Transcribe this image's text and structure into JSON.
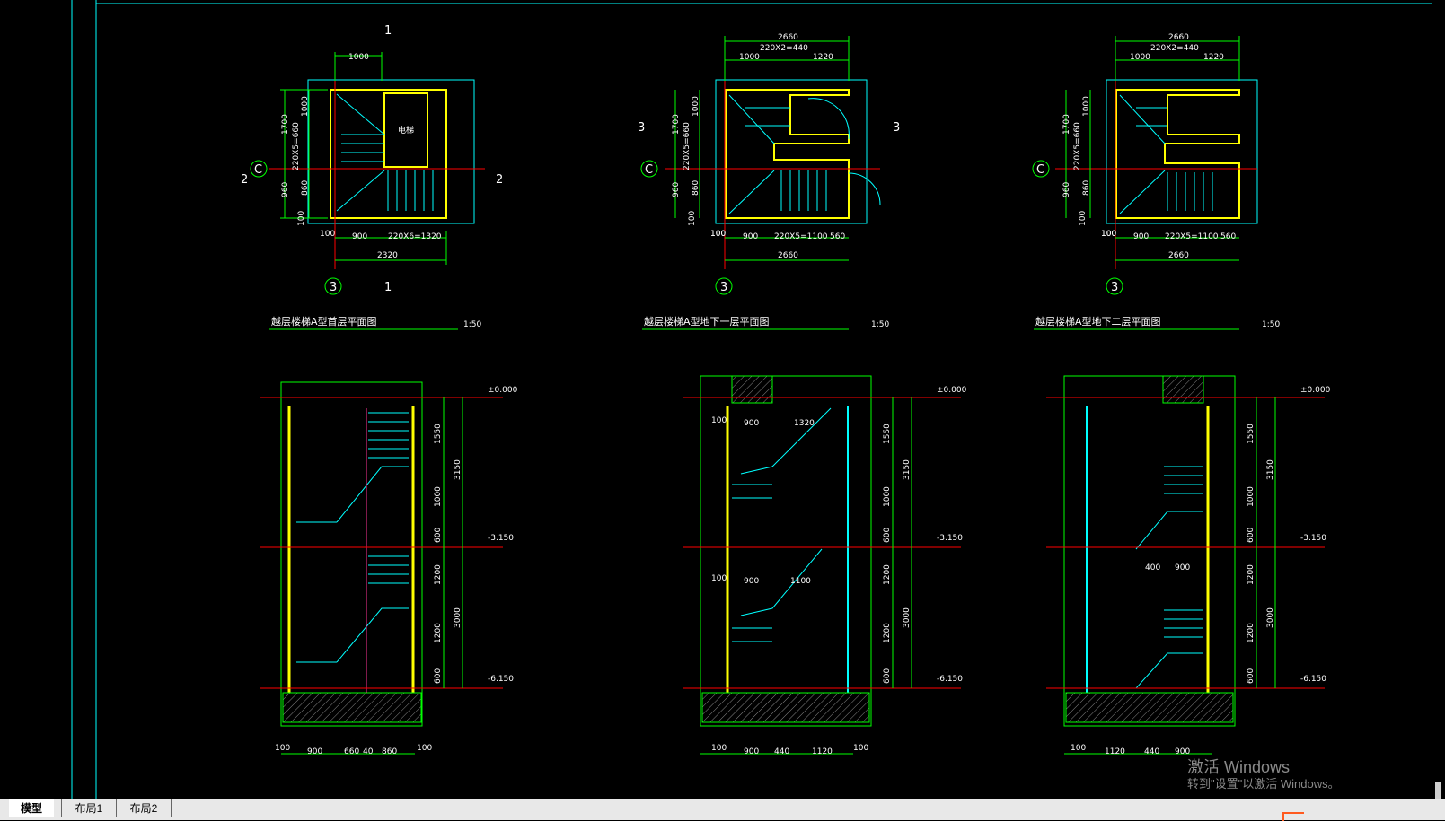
{
  "tabs": [
    {
      "label": "模型",
      "active": true
    },
    {
      "label": "布局1",
      "active": false
    },
    {
      "label": "布局2",
      "active": false
    }
  ],
  "watermark": {
    "line1": "激活 Windows",
    "line2": "转到\"设置\"以激活 Windows。"
  },
  "colors": {
    "background": "#000000",
    "wall": "#ffff00",
    "stair": "#00ffff",
    "dimension": "#00ff00",
    "axis": "#ff0000",
    "text": "#ffffff",
    "outline": "#00ffff"
  },
  "plans": [
    {
      "title": "越层楼梯A型首层平面图",
      "scale": "1:50",
      "axis_bubbles": [
        "C",
        "3"
      ],
      "section_marks": [
        "1",
        "1",
        "2",
        "2"
      ],
      "top_dims": [
        "1000"
      ],
      "left_dims": [
        "1700",
        "1000",
        "220X5=660",
        "960",
        "860",
        "100",
        "100"
      ],
      "bottom_dims": [
        "900",
        "220X6=1320",
        "2320"
      ],
      "room_label": "电梯"
    },
    {
      "title": "越层楼梯A型地下一层平面图",
      "scale": "1:50",
      "axis_bubbles": [
        "C",
        "3"
      ],
      "section_marks": [
        "3",
        "3"
      ],
      "top_dims": [
        "2660",
        "220X2=440",
        "1000",
        "1220"
      ],
      "left_dims": [
        "1700",
        "1000",
        "220X5=660",
        "960",
        "860",
        "100",
        "100"
      ],
      "bottom_dims": [
        "100",
        "900",
        "220X5=1100",
        "560",
        "2660"
      ],
      "room_label": ""
    },
    {
      "title": "越层楼梯A型地下二层平面图",
      "scale": "1:50",
      "axis_bubbles": [
        "C",
        "3"
      ],
      "section_marks": [],
      "top_dims": [
        "2660",
        "220X2=440",
        "1000",
        "1220"
      ],
      "left_dims": [
        "1700",
        "1000",
        "220X5=660",
        "960",
        "860",
        "100",
        "100"
      ],
      "bottom_dims": [
        "100",
        "900",
        "220X5=1100",
        "560",
        "2660"
      ],
      "room_label": ""
    }
  ],
  "sections": [
    {
      "elevations": [
        "±0.000",
        "-3.150",
        "-6.150"
      ],
      "right_dims": [
        "1550",
        "1000",
        "600",
        "1200",
        "1200",
        "600",
        "3150",
        "3000"
      ],
      "bottom_dims": [
        "100",
        "900",
        "660",
        "40",
        "860",
        "100"
      ],
      "inner_dims": []
    },
    {
      "elevations": [
        "±0.000",
        "-3.150",
        "-6.150"
      ],
      "right_dims": [
        "1550",
        "1000",
        "600",
        "1200",
        "1200",
        "600",
        "3150",
        "3000"
      ],
      "bottom_dims": [
        "100",
        "900",
        "440",
        "1120",
        "100"
      ],
      "inner_dims": [
        "100",
        "900",
        "1320",
        "100",
        "900",
        "1100"
      ]
    },
    {
      "elevations": [
        "±0.000",
        "-3.150",
        "-6.150"
      ],
      "right_dims": [
        "1550",
        "1000",
        "600",
        "1200",
        "1200",
        "600",
        "3150",
        "3000"
      ],
      "bottom_dims": [
        "100",
        "1120",
        "440",
        "900"
      ],
      "inner_dims": [
        "400",
        "900"
      ]
    }
  ]
}
